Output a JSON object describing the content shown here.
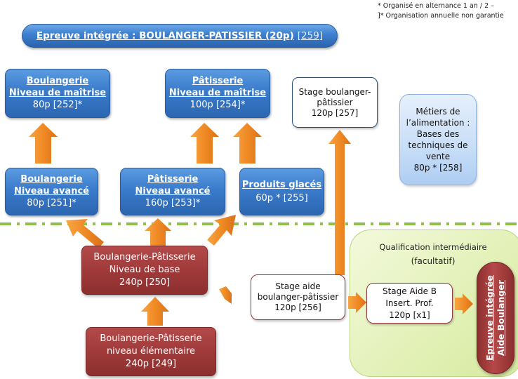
{
  "notes": {
    "line1": "*  Organisé en alternance  1 an / 2 –",
    "line2": "]* Organisation annuelle non garantie"
  },
  "title_bar": {
    "label": "Epreuve intégrée : BOULANGER-PATISSIER  (20p)",
    "code": "[259]"
  },
  "boxes": {
    "boul_maitrise": {
      "title1": "Boulangerie",
      "title2": "Niveau de maîtrise",
      "detail": "80p [252]*"
    },
    "pat_maitrise": {
      "title1": "Pâtisserie",
      "title2": "Niveau de maîtrise",
      "detail": "100p [254]*"
    },
    "stage_bp": {
      "text": "Stage boulanger-\npâtissier\n120p [257]"
    },
    "metiers": {
      "text": "Métiers de\nl’alimentation :\nBases des\ntechniques de\nvente\n80p * [258]"
    },
    "boul_avance": {
      "title1": "Boulangerie",
      "title2": "Niveau avancé",
      "detail": "80p [251]*"
    },
    "pat_avance": {
      "title1": "Pâtisserie",
      "title2": "Niveau avancé",
      "detail": "160p [253]*"
    },
    "glaces": {
      "title1": "Produits glacés",
      "detail": "60p * [255]"
    },
    "bp_base": {
      "line1": "Boulangerie-Pâtisserie",
      "line2": "Niveau de base",
      "line3": "240p [250]"
    },
    "bp_elem": {
      "line1": "Boulangerie-Pâtisserie",
      "line2": "niveau élémentaire",
      "line3": "240p [249]"
    },
    "stage_aide": {
      "text": "Stage aide\nboulanger-pâtissier\n120p [256]"
    },
    "stage_aide_b": {
      "line1": "Stage Aide B",
      "line2": "Insert. Prof.",
      "line3": "120p [x1]"
    },
    "epreuve_aide": {
      "line1": "Epreuve intégrée",
      "line2": "Aide Boulanger"
    }
  },
  "qualification": {
    "title": "Qualification intermédiaire",
    "subtitle": "(facultatif)"
  },
  "colors": {
    "arrow": "#f08a24",
    "separator": "#8fbf4a",
    "blue": "#3a7bcc",
    "red": "#a03a3a"
  }
}
